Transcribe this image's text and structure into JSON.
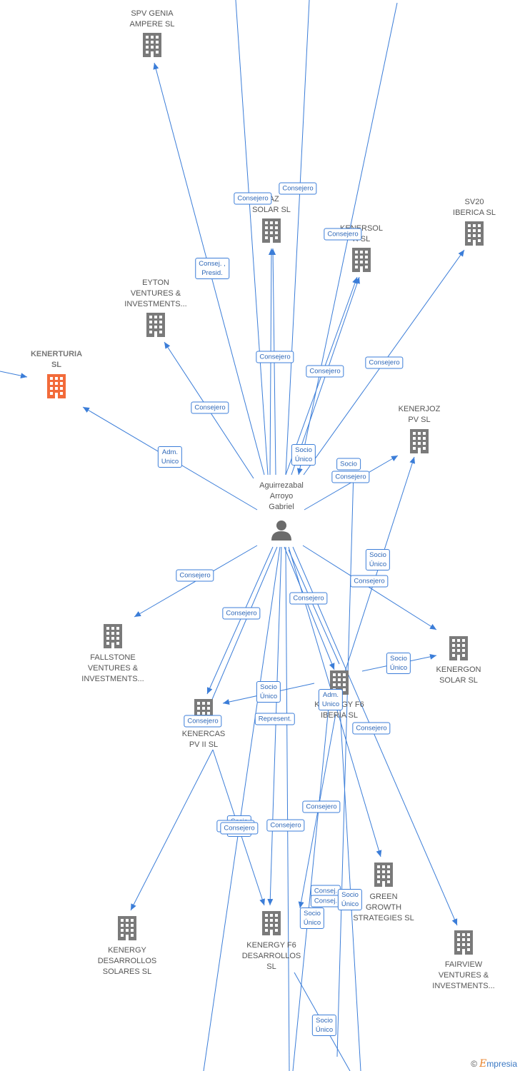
{
  "colors": {
    "edge": "#3b7dd8",
    "node": "#7a7a7a",
    "highlight": "#f26b3a",
    "person": "#6b6b6b"
  },
  "center": {
    "id": "person",
    "label": "Aguirrezabal\nArroyo\nGabriel"
  },
  "nodes": [
    {
      "id": "spv_genia",
      "label": "SPV GENIA\nAMPERE  SL"
    },
    {
      "id": "saz_solar",
      "label": "SAZ\nSOLAR  SL"
    },
    {
      "id": "kenersol",
      "label": "KENERSOL\nR  SL"
    },
    {
      "id": "sv20",
      "label": "SV20\nIBERICA  SL"
    },
    {
      "id": "eyton",
      "label": "EYTON\nVENTURES &\nINVESTMENTS..."
    },
    {
      "id": "kenerturia",
      "label": "KENERTURIA\nSL"
    },
    {
      "id": "kenerjoz",
      "label": "KENERJOZ\nPV  SL"
    },
    {
      "id": "fallstone",
      "label": "FALLSTONE\nVENTURES &\nINVESTMENTS..."
    },
    {
      "id": "kenergon",
      "label": "KENERGON\nSOLAR  SL"
    },
    {
      "id": "kenergy_f6_iberia",
      "label": "KENERGY F6\nIBERIA  SL"
    },
    {
      "id": "kenercas",
      "label": "KENERCAS\nPV II  SL"
    },
    {
      "id": "green_growth",
      "label": "GREEN\nGROWTH\nSTRATEGIES SL"
    },
    {
      "id": "kenergy_desarrollos",
      "label": "KENERGY\nDESARROLLOS\nSOLARES  SL"
    },
    {
      "id": "kenergy_f6_desarrollos",
      "label": "KENERGY F6\nDESARROLLOS\nSL"
    },
    {
      "id": "fairview",
      "label": "FAIRVIEW\nVENTURES &\nINVESTMENTS..."
    }
  ],
  "edge_labels": [
    "Consejero",
    "Consejero",
    "Consej. ,\nPresid.",
    "Consejero",
    "Consejero",
    "Consejero",
    "Consejero",
    "Consejero",
    "Adm.\nUnico",
    "Socio\nÚnico",
    "Socio",
    "Consejero",
    "Consejero",
    "Socio\nÚnico",
    "Consejero",
    "Consejero",
    "Consejero",
    "Socio\nÚnico",
    "Socio\nÚnico",
    "Adm.\nUnico",
    "Consejero",
    "Represent.",
    "Consejero",
    "Consejero",
    "Socio\nÚnico",
    "Consejero",
    "Consejero",
    "Consej.",
    "Consej.",
    "Socio\nÚnico",
    "Socio\nÚnico",
    "Socio\nÚnico",
    "Consejero"
  ],
  "logo": {
    "copyright": "©",
    "brand_initial": "E",
    "brand_rest": "mpresia"
  }
}
